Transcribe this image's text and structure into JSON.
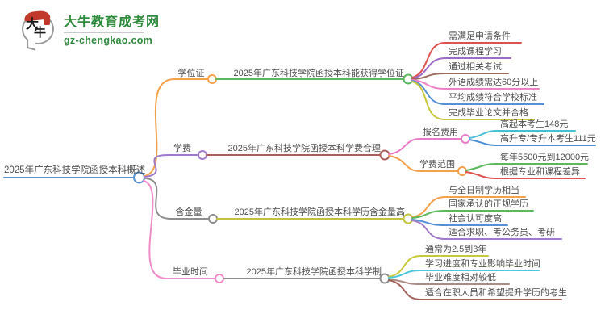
{
  "page": {
    "background": "#ffffff"
  },
  "logo": {
    "mark_char_a": "大",
    "mark_char_b": "牛",
    "title": "大牛教育成考网",
    "url": "gz-chengkao.com",
    "brand_green": "#2e8b3d",
    "accent_red": "#c0392b"
  },
  "mindmap": {
    "root": {
      "label": "2025年广东科技学院函授本科概述",
      "color": "#5b93ce"
    },
    "branches": [
      {
        "label": "学位证",
        "color": "#f5a04b",
        "summary": {
          "label": "2025年广东科技学院函授本科能获得学位证",
          "color": "#5cb85c"
        },
        "leaves": [
          {
            "label": "需满足申请条件",
            "color": "#e0524e"
          },
          {
            "label": "完成课程学习",
            "color": "#9f6bc8"
          },
          {
            "label": "通过相关考试",
            "color": "#9c6b5e"
          },
          {
            "label": "外语成绩需达60分以上",
            "color": "#f080c8"
          },
          {
            "label": "平均成绩符合学校标准",
            "color": "#5590d5"
          },
          {
            "label": "完成毕业论文并合格",
            "color": "#c8c83c"
          }
        ]
      },
      {
        "label": "学费",
        "color": "#9f7bc8",
        "summary": {
          "label": "2025年广东科技学院函授本科学费合理",
          "color": "#a9605c"
        },
        "groups": [
          {
            "label": "报名费用",
            "color": "#e87bc8",
            "leaves": [
              {
                "label": "高起本考生148元",
                "color": "#45bfd4"
              },
              {
                "label": "高升专/专升本考生111元",
                "color": "#4a8fd4"
              }
            ]
          },
          {
            "label": "学费范围",
            "color": "#f5a04b",
            "leaves": [
              {
                "label": "每年5500元到12000元",
                "color": "#5cb85c"
              },
              {
                "label": "根据专业和课程差异",
                "color": "#e0524e"
              }
            ]
          }
        ]
      },
      {
        "label": "含金量",
        "color": "#8e8e8e",
        "summary": {
          "label": "2025年广东科技学院函授本科学历含金量高",
          "color": "#c3c23f"
        },
        "leaves": [
          {
            "label": "与全日制学历相当",
            "color": "#f5a04b"
          },
          {
            "label": "国家承认的正规学历",
            "color": "#5cb85c"
          },
          {
            "label": "社会认可度高",
            "color": "#5590d5"
          },
          {
            "label": "适合求职、考公务员、考研",
            "color": "#9f7bc8"
          }
        ]
      },
      {
        "label": "毕业时间",
        "color": "#f08cc8",
        "summary": {
          "label": "2025年广东科技学院函授本科学制",
          "color": "#8e8e8e"
        },
        "leaves": [
          {
            "label": "通常为2.5到3年",
            "color": "#c8c83c"
          },
          {
            "label": "学习进度和专业影响毕业时间",
            "color": "#4bc8dc"
          },
          {
            "label": "毕业难度相对较低",
            "color": "#ad8b84"
          },
          {
            "label": "适合在职人员和希望提升学历的考生",
            "color": "#a2625c"
          }
        ]
      }
    ]
  }
}
